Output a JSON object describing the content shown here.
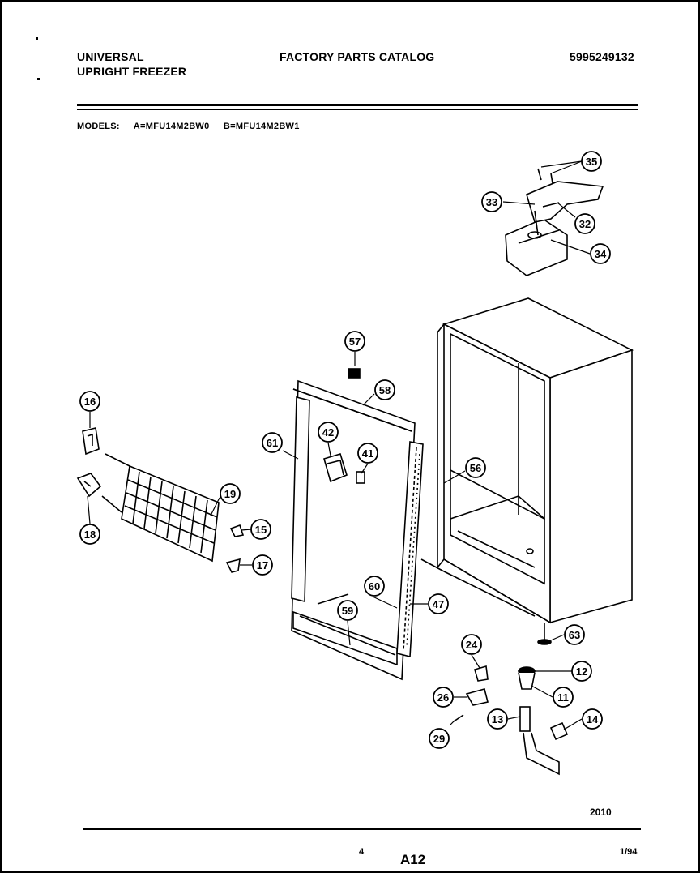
{
  "header": {
    "brand_line1": "UNIVERSAL",
    "brand_line2": "UPRIGHT FREEZER",
    "catalog_title": "FACTORY PARTS CATALOG",
    "catalog_number": "5995249132"
  },
  "models": {
    "label": "MODELS:",
    "model_a": "A=MFU14M2BW0",
    "model_b": "B=MFU14M2BW1"
  },
  "diagram": {
    "part_numbers": [
      "35",
      "33",
      "32",
      "34",
      "57",
      "58",
      "16",
      "61",
      "42",
      "41",
      "56",
      "19",
      "15",
      "18",
      "17",
      "60",
      "47",
      "59",
      "63",
      "24",
      "12",
      "26",
      "11",
      "13",
      "14",
      "29"
    ]
  },
  "footer": {
    "diagram_code": "2010",
    "page_number": "4",
    "section": "A12",
    "date": "1/94"
  }
}
